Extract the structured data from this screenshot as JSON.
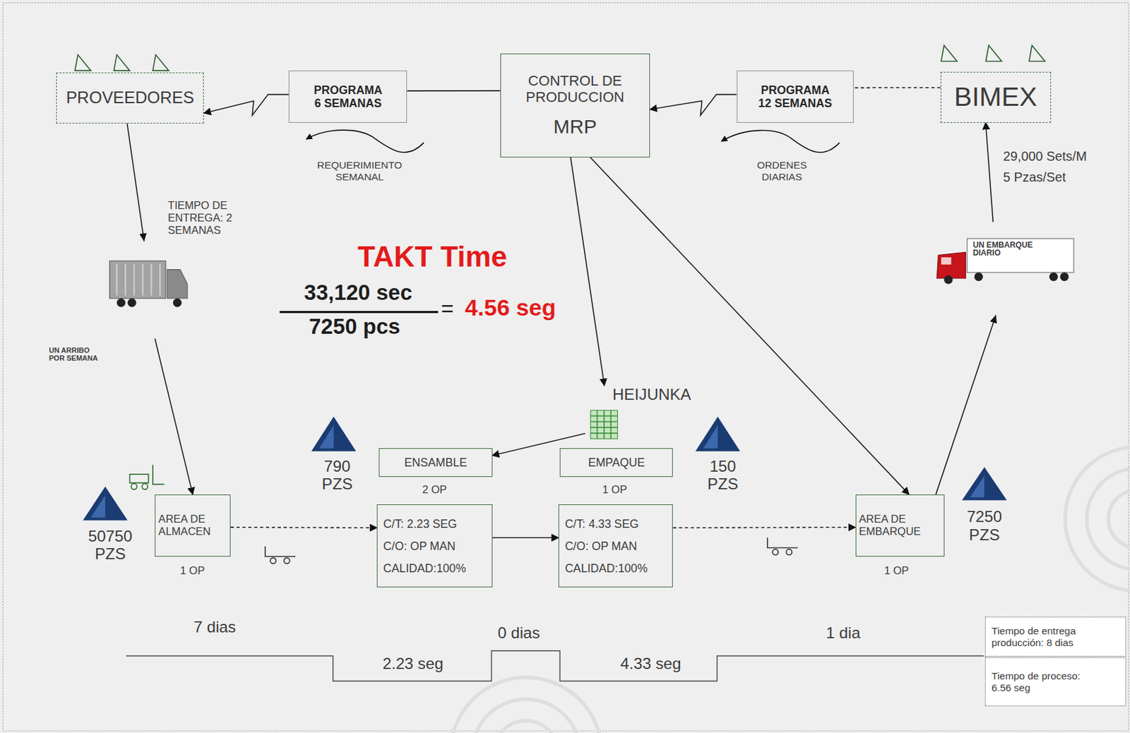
{
  "diagram": {
    "nodes": [
      {
        "text": [
          "PROVEEDORES"
        ]
      },
      {
        "text": [
          "PROGRAMA 6 SEMANAS"
        ]
      },
      {
        "text": [
          "CONTROL DE PRODUCCION",
          "MRP"
        ]
      },
      {
        "text": [
          "PROGRAMA 12 SEMANAS"
        ]
      },
      {
        "text": [
          "BIMEX"
        ]
      },
      {
        "text": [
          "HEIJUNKA"
        ]
      },
      {
        "text": [
          "ENSAMBLE"
        ]
      },
      {
        "text": [
          "EMPAQUE"
        ]
      },
      {
        "text": [
          "AREA DE ALMACEN"
        ]
      },
      {
        "text": [
          "C/T: 2.23 SEG",
          "C/O: OP MAN",
          "CALIDAD:100%"
        ]
      },
      {
        "text": [
          "C/T: 4.33 SEG",
          "C/O: OP MAN",
          "CALIDAD:100%"
        ]
      },
      {
        "text": [
          "AREA DE EMBARQUE"
        ]
      },
      {
        "text": [
          "Tiempo de entrega producción: 8 dias"
        ]
      },
      {
        "text": [
          "Tiempo de proceso: 6.56 seg"
        ]
      }
    ],
    "edges": [
      {
        "from": 1,
        "to": 0,
        "arrow": "to"
      },
      {
        "from": 2,
        "to": 1,
        "arrow": "none"
      },
      {
        "from": 3,
        "to": 2,
        "arrow": "to"
      },
      {
        "from": 4,
        "to": 3,
        "arrow": "none"
      },
      {
        "from": 2,
        "to": 5,
        "arrow": "to"
      },
      {
        "from": 5,
        "to": 6,
        "arrow": "to"
      },
      {
        "from": 2,
        "to": 11,
        "arrow": "to"
      },
      {
        "from": 0,
        "to": 8,
        "arrow": "to"
      },
      {
        "from": 8,
        "to": 9,
        "arrow": "to"
      },
      {
        "from": 9,
        "to": 10,
        "arrow": "to"
      },
      {
        "from": 10,
        "to": 11,
        "arrow": "to"
      },
      {
        "from": 11,
        "to": 4,
        "arrow": "to"
      }
    ],
    "labels": [
      "REQUERIMIENTO SEMANAL",
      "ORDENES DIARIAS",
      "TIEMPO DE ENTREGA: 2 SEMANAS",
      "UN ARRIBO POR SEMANA",
      "TAKT Time",
      "33,120 sec",
      "7250 pcs",
      "=",
      "4.56 seg",
      "790 PZS",
      "150 PZS",
      "2 OP",
      "1 OP",
      "50750 PZS",
      "7250 PZS",
      "1 OP",
      "1 OP",
      "29,000 Sets/M",
      "5 Pzas/Set",
      "UN EMBARQUE DIARIO",
      "7 dias",
      "0 dias",
      "1 dia",
      "2.23 seg",
      "4.33 seg"
    ]
  }
}
